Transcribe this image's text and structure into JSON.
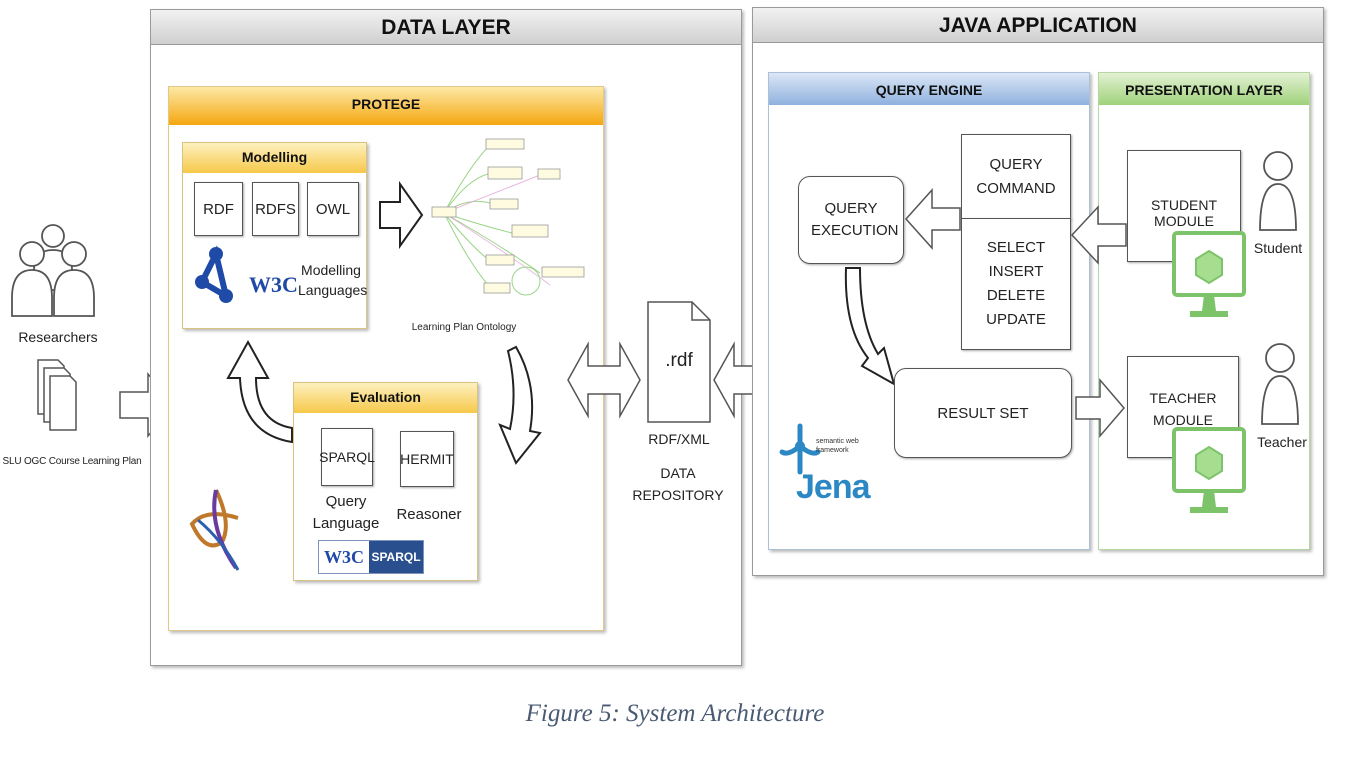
{
  "figure_caption": "Figure 5: System Architecture",
  "actors": {
    "researchers_label": "Researchers",
    "document_label": "SLU OGC Course Learning Plan",
    "student_label": "Student",
    "teacher_label": "Teacher"
  },
  "data_layer": {
    "title": "DATA LAYER",
    "protege": {
      "title": "PROTEGE",
      "modelling": {
        "title": "Modelling",
        "items": [
          "RDF",
          "RDFS",
          "OWL"
        ],
        "languages_label": "Modelling Languages",
        "w3c_logo_text": "W3C"
      },
      "ontology_label": "Learning Plan Ontology",
      "evaluation": {
        "title": "Evaluation",
        "sparql_box": "SPARQL",
        "sparql_caption": "Query Language",
        "hermit_box": "HERMIT",
        "hermit_caption": "Reasoner",
        "logo_w3c": "W3C",
        "logo_sparql": "SPARQL"
      }
    }
  },
  "repository": {
    "file_ext": ".rdf",
    "format_label": "RDF/XML",
    "name_label": "DATA REPOSITORY"
  },
  "java_application": {
    "title": "JAVA APPLICATION",
    "query_engine": {
      "title": "QUERY ENGINE",
      "query_execution": "QUERY EXECUTION",
      "query_command": "QUERY COMMAND",
      "commands": [
        "SELECT",
        "INSERT",
        "DELETE",
        "UPDATE"
      ],
      "result_set": "RESULT SET",
      "jena_small_text": "semantic web framework",
      "jena_text": "Jena"
    },
    "presentation_layer": {
      "title": "PRESENTATION LAYER",
      "student_module": "STUDENT MODULE",
      "teacher_module": "TEACHER MODULE"
    }
  },
  "colors": {
    "protege_band": "#f4a70f",
    "modelling_band": "#f6c84a",
    "query_engine_band": "#8fb1de",
    "presentation_band": "#9fd27b",
    "monitor_green": "#7cc36a",
    "caption_color": "#4a5a73"
  }
}
